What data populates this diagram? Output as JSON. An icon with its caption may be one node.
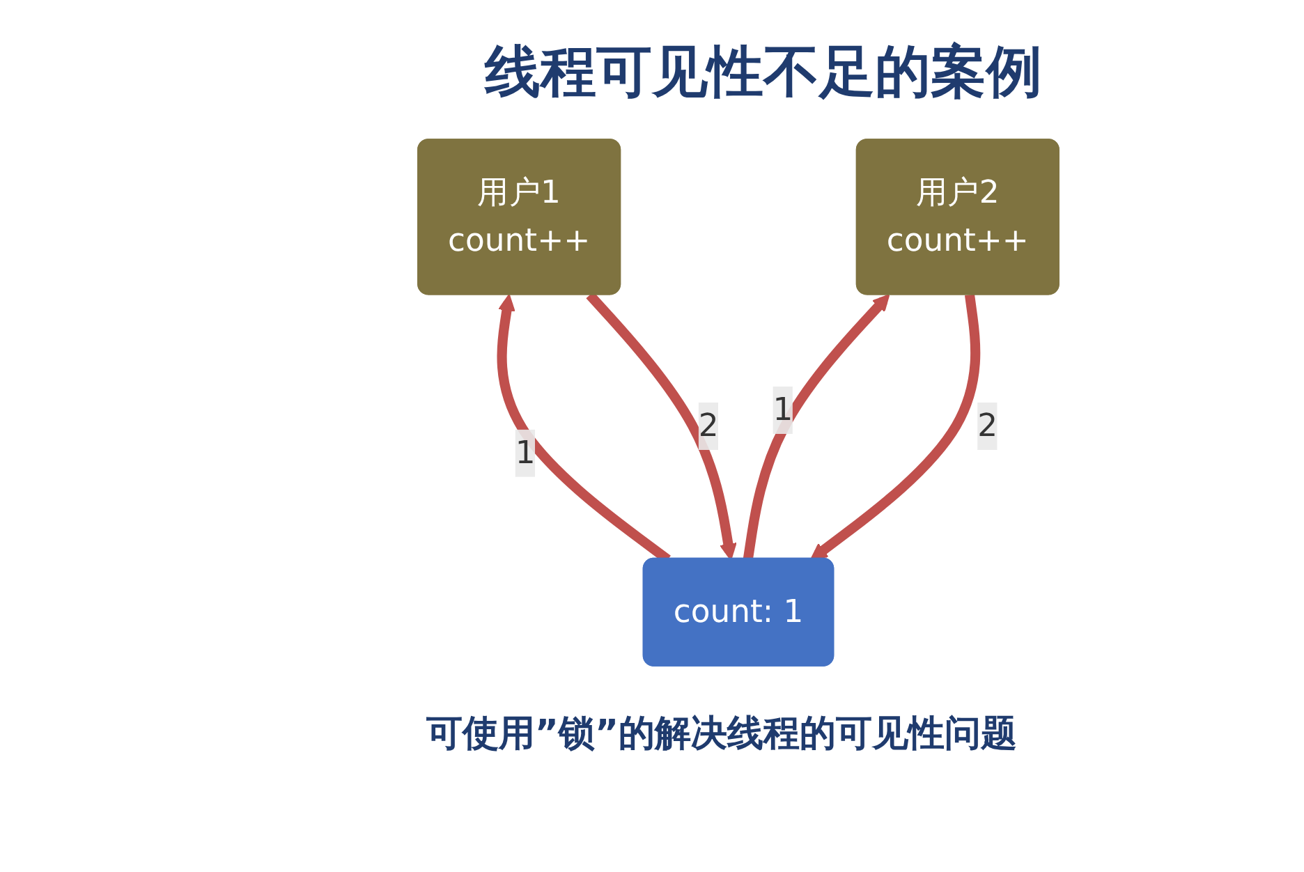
{
  "diagram": {
    "title": "线程可见性不足的案例",
    "caption": "可使用”锁”的解决线程的可见性问题",
    "nodes": [
      {
        "text": [
          "用户1",
          "count++"
        ]
      },
      {
        "text": [
          "用户2",
          "count++"
        ]
      },
      {
        "text": [
          "count: 1"
        ]
      }
    ],
    "edges": [
      {
        "from": 2,
        "to": 0,
        "arrow": "to",
        "label": "1"
      },
      {
        "from": 0,
        "to": 2,
        "arrow": "to",
        "label": "2"
      },
      {
        "from": 2,
        "to": 1,
        "arrow": "to",
        "label": "1"
      },
      {
        "from": 1,
        "to": 2,
        "arrow": "to",
        "label": "2"
      }
    ]
  }
}
